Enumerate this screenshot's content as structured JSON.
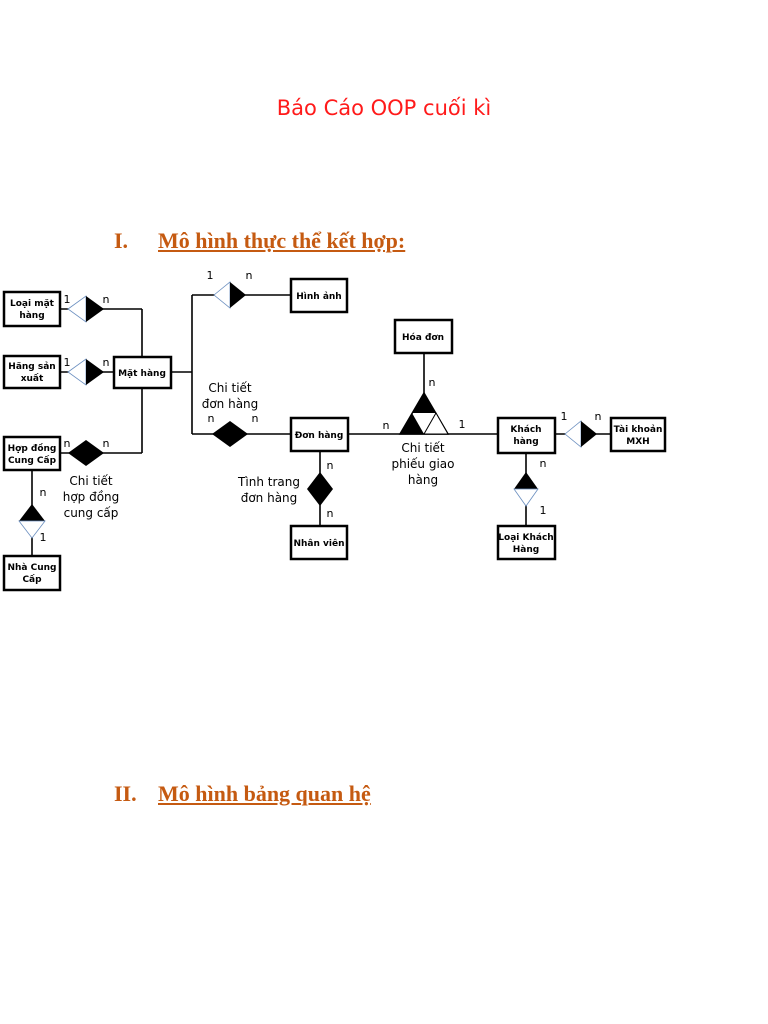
{
  "title": "Báo Cáo OOP cuối kì",
  "sections": [
    {
      "number": "I.",
      "title": "Mô hình thực thể kết hợp:"
    },
    {
      "number": "II.",
      "title": "Mô hình bảng quan hệ"
    }
  ],
  "diagram": {
    "entities": {
      "loai_mat_hang": [
        "Loại mặt",
        "hàng"
      ],
      "hang_san_xuat": [
        "Hãng sản",
        "xuất"
      ],
      "hop_dong_cung_cap": [
        "Hợp đồng",
        "Cung Cấp"
      ],
      "nha_cung_cap": [
        "Nhà Cung",
        "Cấp"
      ],
      "mat_hang": [
        "Mặt hàng"
      ],
      "hinh_anh": [
        "Hình ảnh"
      ],
      "don_hang": [
        "Đơn hàng"
      ],
      "nhan_vien": [
        "Nhân viên"
      ],
      "hoa_don": [
        "Hóa đơn"
      ],
      "khach_hang": [
        "Khách",
        "hàng"
      ],
      "tai_khoan_mxh": [
        "Tài khoản",
        "MXH"
      ],
      "loai_khach_hang": [
        "Loại Khách",
        "Hàng"
      ]
    },
    "relationships": {
      "chi_tiet_don_hang": [
        "Chi tiết",
        "đơn hàng"
      ],
      "chi_tiet_hop_dong": [
        "Chi tiết",
        "hợp đồng",
        "cung cấp"
      ],
      "tinh_trang_don_hang": [
        "Tình trang",
        "đơn hàng"
      ],
      "chi_tiet_phieu_giao": [
        "Chi tiết",
        "phiếu giao",
        "hàng"
      ]
    },
    "cardinalities": {
      "one": "1",
      "many": "n"
    }
  }
}
